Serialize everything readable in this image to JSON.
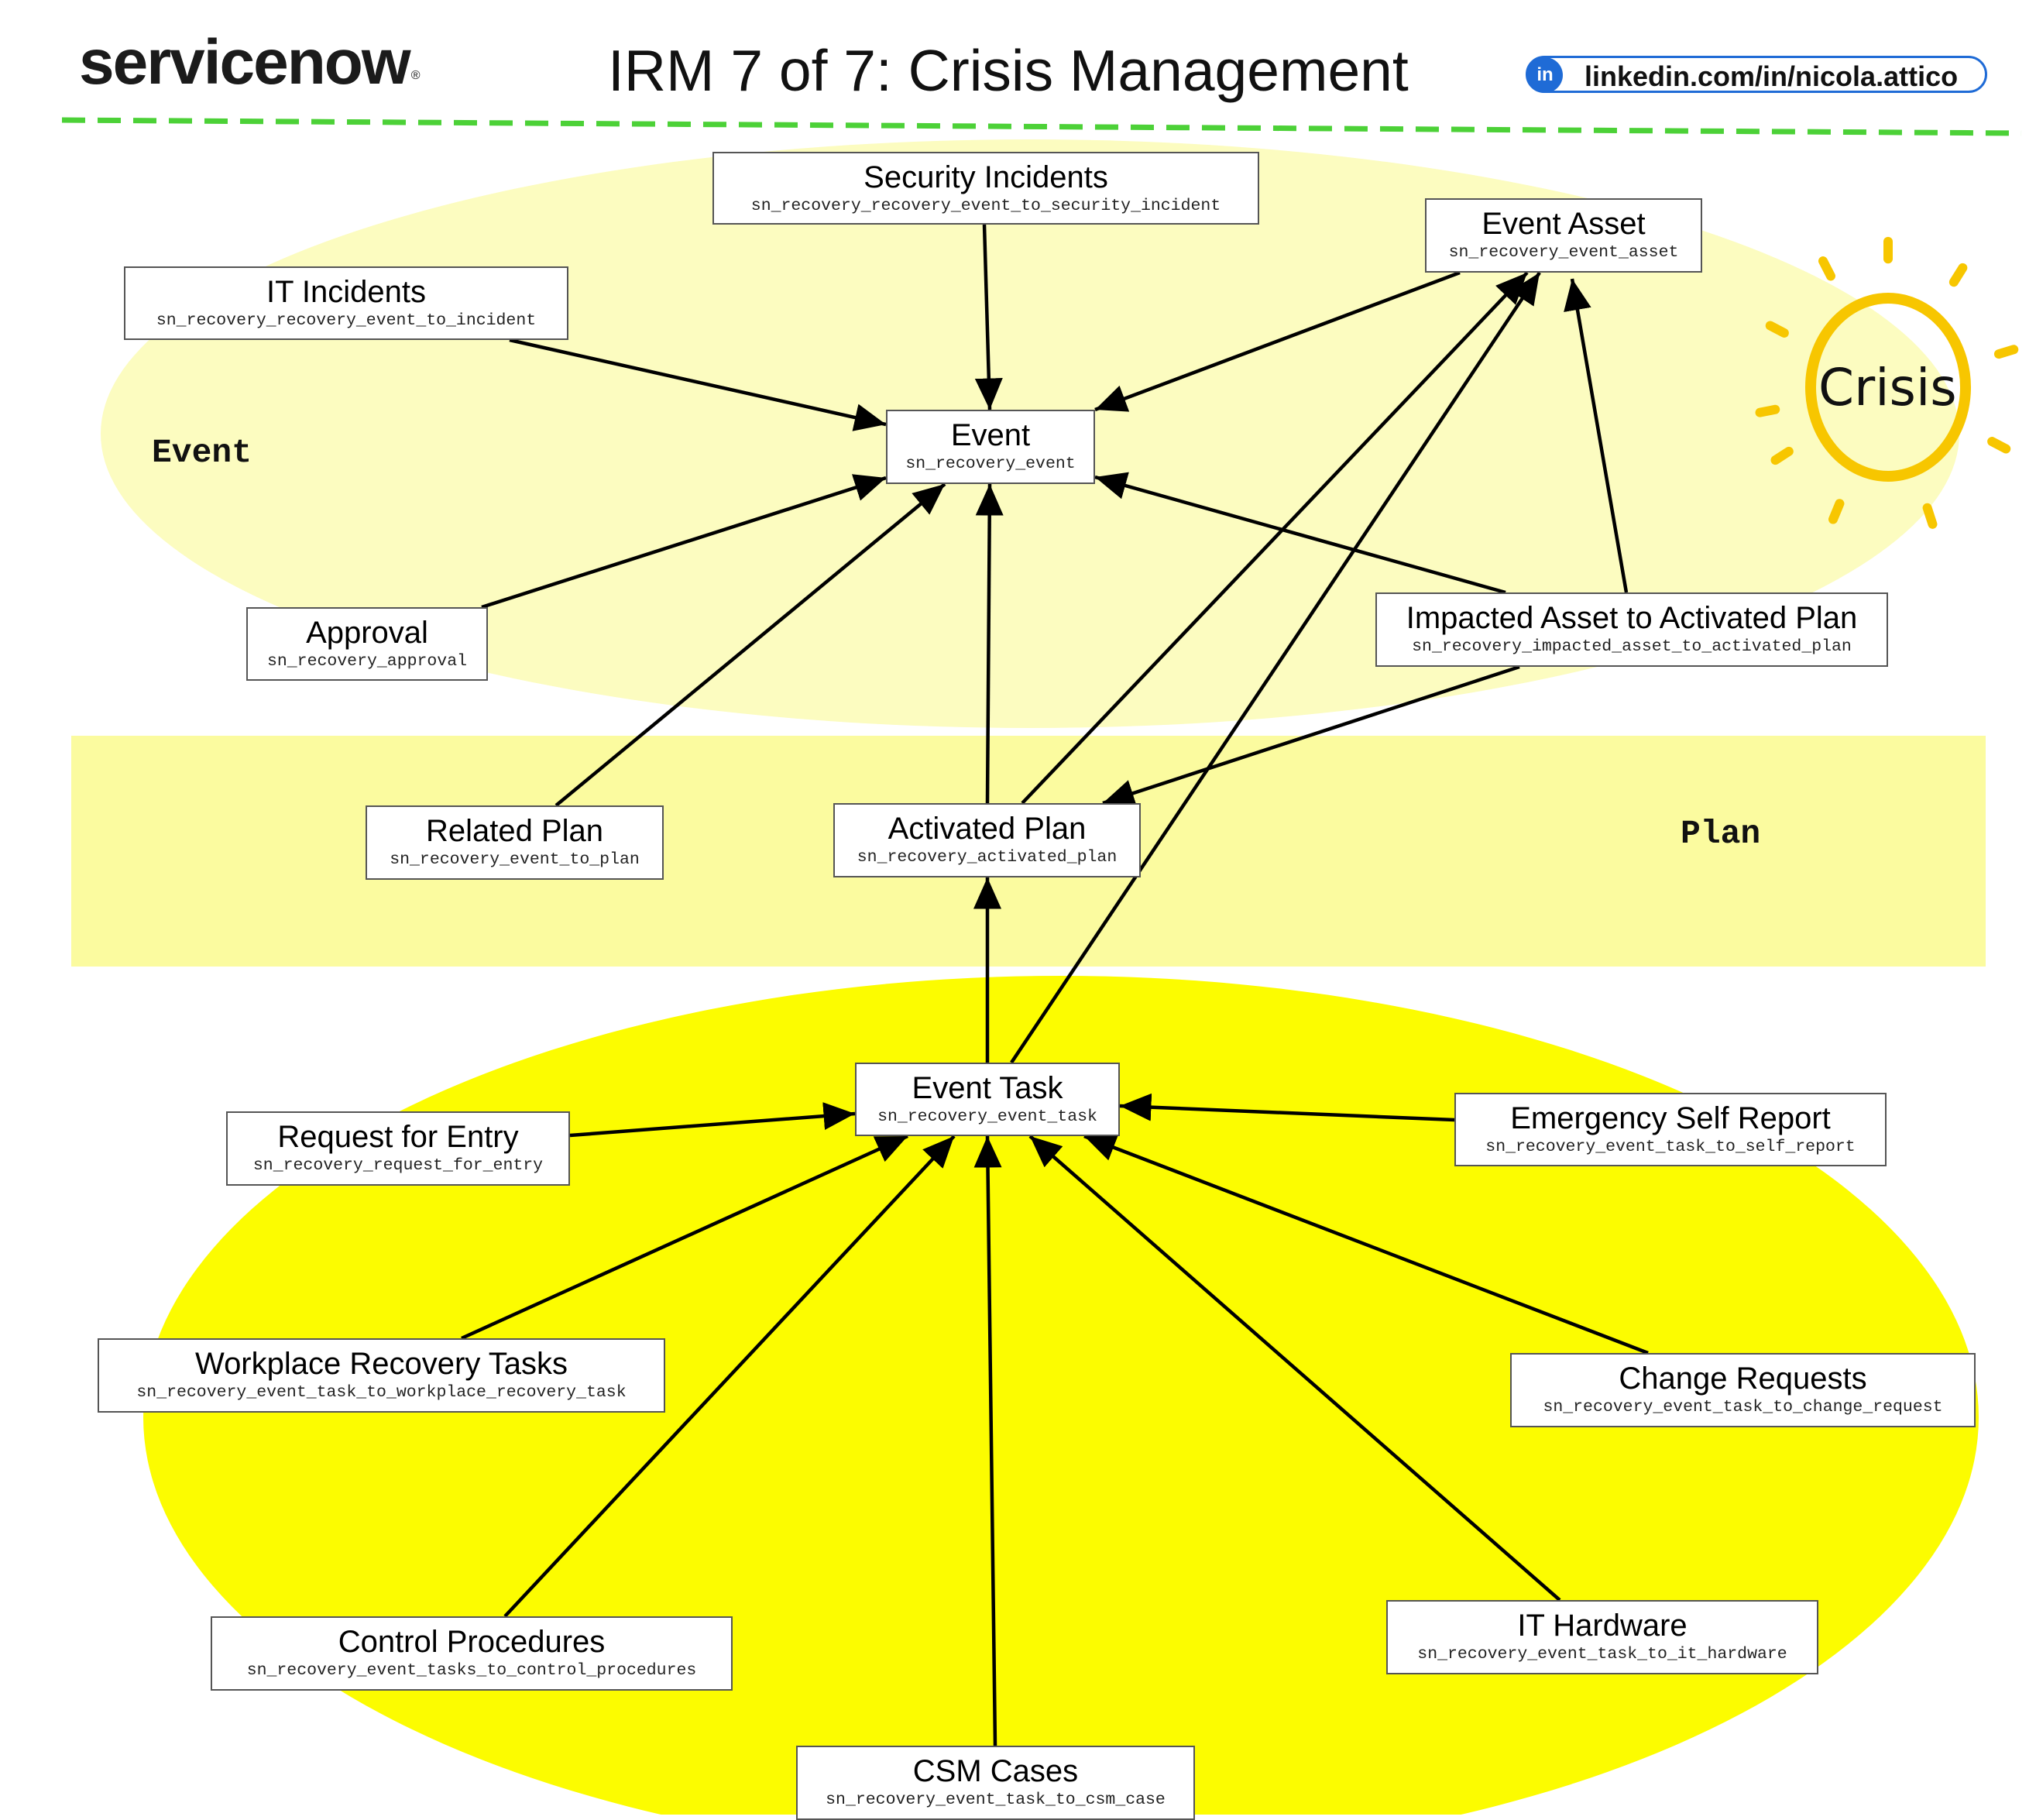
{
  "header": {
    "logo_text": "servicenow",
    "logo_reg": "®",
    "title": "IRM 7 of 7: Crisis Management",
    "linkedin_badge": "in",
    "linkedin_url": "linkedin.com/in/nicola.attico"
  },
  "colors": {
    "divider": "#4cd137",
    "event_zone": "#fcfcc0",
    "plan_zone": "#fbfb9f",
    "task_zone": "#fcfc00",
    "sun": "#f7c600",
    "linkedin": "#1f6bd6"
  },
  "zones": {
    "event": "Event",
    "plan": "Plan"
  },
  "crisis": {
    "label": "Crisis"
  },
  "nodes": {
    "security_incidents": {
      "title": "Security Incidents",
      "table": "sn_recovery_recovery_event_to_security_incident"
    },
    "event_asset": {
      "title": "Event Asset",
      "table": "sn_recovery_event_asset"
    },
    "it_incidents": {
      "title": "IT Incidents",
      "table": "sn_recovery_recovery_event_to_incident"
    },
    "event": {
      "title": "Event",
      "table": "sn_recovery_event"
    },
    "approval": {
      "title": "Approval",
      "table": "sn_recovery_approval"
    },
    "impacted_asset": {
      "title": "Impacted Asset to Activated Plan",
      "table": "sn_recovery_impacted_asset_to_activated_plan"
    },
    "related_plan": {
      "title": "Related Plan",
      "table": "sn_recovery_event_to_plan"
    },
    "activated_plan": {
      "title": "Activated Plan",
      "table": "sn_recovery_activated_plan"
    },
    "event_task": {
      "title": "Event Task",
      "table": "sn_recovery_event_task"
    },
    "request_for_entry": {
      "title": "Request for Entry",
      "table": "sn_recovery_request_for_entry"
    },
    "emergency_self_report": {
      "title": "Emergency Self Report",
      "table": "sn_recovery_event_task_to_self_report"
    },
    "workplace_recovery": {
      "title": "Workplace Recovery Tasks",
      "table": "sn_recovery_event_task_to_workplace_recovery_task"
    },
    "change_requests": {
      "title": "Change Requests",
      "table": "sn_recovery_event_task_to_change_request"
    },
    "control_procedures": {
      "title": "Control Procedures",
      "table": "sn_recovery_event_tasks_to_control_procedures"
    },
    "it_hardware": {
      "title": "IT Hardware",
      "table": "sn_recovery_event_task_to_it_hardware"
    },
    "csm_cases": {
      "title": "CSM Cases",
      "table": "sn_recovery_event_task_to_csm_case"
    }
  },
  "edges": [
    {
      "from": "security_incidents",
      "to": "event"
    },
    {
      "from": "it_incidents",
      "to": "event"
    },
    {
      "from": "event_asset",
      "to": "event"
    },
    {
      "from": "approval",
      "to": "event"
    },
    {
      "from": "related_plan",
      "to": "event"
    },
    {
      "from": "activated_plan",
      "to": "event"
    },
    {
      "from": "impacted_asset",
      "to": "event"
    },
    {
      "from": "activated_plan",
      "to": "event_asset"
    },
    {
      "from": "event_task",
      "to": "event_asset"
    },
    {
      "from": "impacted_asset",
      "to": "event_asset"
    },
    {
      "from": "impacted_asset",
      "to": "activated_plan"
    },
    {
      "from": "event_task",
      "to": "activated_plan"
    },
    {
      "from": "request_for_entry",
      "to": "event_task"
    },
    {
      "from": "emergency_self_report",
      "to": "event_task"
    },
    {
      "from": "workplace_recovery",
      "to": "event_task"
    },
    {
      "from": "change_requests",
      "to": "event_task"
    },
    {
      "from": "control_procedures",
      "to": "event_task"
    },
    {
      "from": "it_hardware",
      "to": "event_task"
    },
    {
      "from": "csm_cases",
      "to": "event_task"
    }
  ]
}
